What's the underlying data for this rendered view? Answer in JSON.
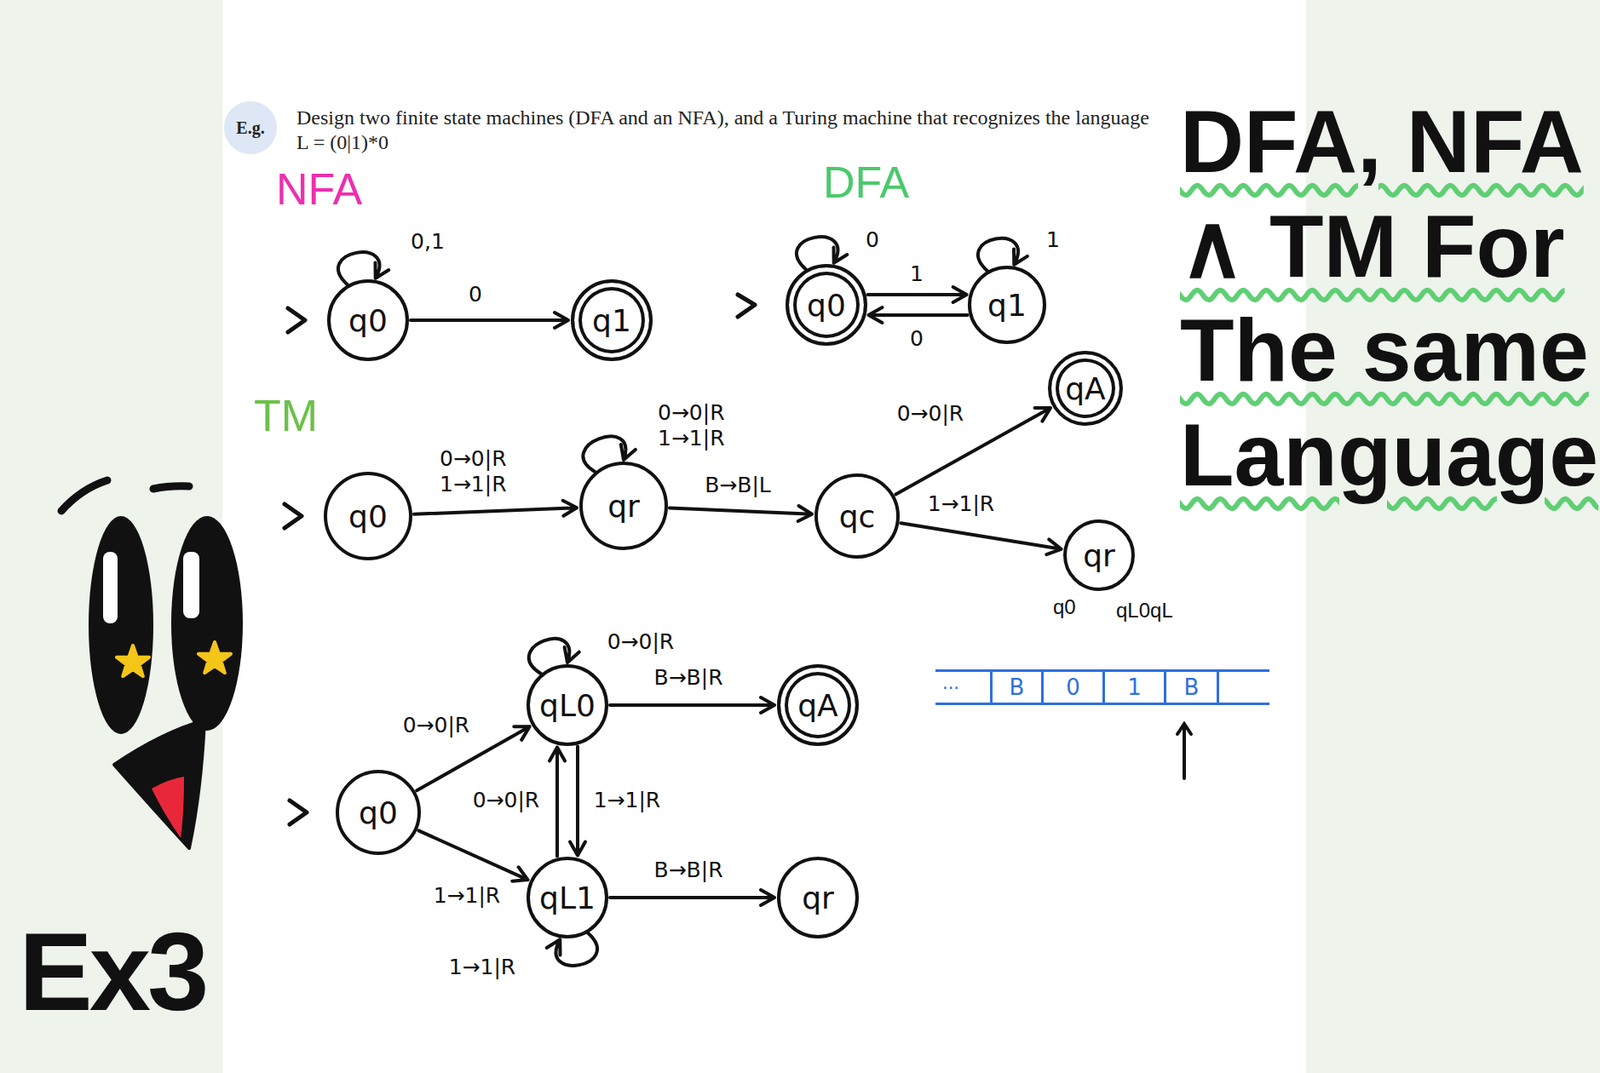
{
  "diagram": {
    "title": "Design two finite state machines (DFA and an NFA), and a Turing machine that recognizes the language L = (0|1)*0",
    "nodes": [
      {
        "text": [
          "E.g."
        ]
      },
      {
        "text": [
          "q0"
        ]
      },
      {
        "text": [
          "q1"
        ]
      },
      {
        "text": [
          "q0"
        ]
      },
      {
        "text": [
          "q1"
        ]
      },
      {
        "text": [
          "q0"
        ]
      },
      {
        "text": [
          "qr"
        ]
      },
      {
        "text": [
          "qc"
        ]
      },
      {
        "text": [
          "qA"
        ]
      },
      {
        "text": [
          "qr"
        ]
      },
      {
        "text": [
          "q0"
        ]
      },
      {
        "text": [
          "qL0"
        ]
      },
      {
        "text": [
          "qA"
        ]
      },
      {
        "text": [
          "qL1"
        ]
      },
      {
        "text": [
          "qr"
        ]
      },
      {
        "text": [
          "B"
        ]
      },
      {
        "text": [
          "0"
        ]
      },
      {
        "text": [
          "1"
        ]
      },
      {
        "text": [
          "B"
        ]
      }
    ],
    "edges": [
      {
        "from": 1,
        "to": 1,
        "label": "0,1",
        "arrow": "to"
      },
      {
        "from": 1,
        "to": 2,
        "label": "0",
        "arrow": "to"
      },
      {
        "from": 3,
        "to": 3,
        "label": "0",
        "arrow": "to"
      },
      {
        "from": 3,
        "to": 4,
        "label": "1",
        "arrow": "to"
      },
      {
        "from": 4,
        "to": 3,
        "label": "0",
        "arrow": "to"
      },
      {
        "from": 4,
        "to": 4,
        "label": "1",
        "arrow": "to"
      },
      {
        "from": 5,
        "to": 6,
        "label": "0→0|R 1→1|R",
        "arrow": "to"
      },
      {
        "from": 6,
        "to": 6,
        "label": "0→0|R 1→1|R",
        "arrow": "to"
      },
      {
        "from": 6,
        "to": 7,
        "label": "B→B|L",
        "arrow": "to"
      },
      {
        "from": 7,
        "to": 8,
        "label": "0→0|R",
        "arrow": "to"
      },
      {
        "from": 7,
        "to": 9,
        "label": "1→1|R",
        "arrow": "to"
      },
      {
        "from": 10,
        "to": 11,
        "label": "0→0|R",
        "arrow": "to"
      },
      {
        "from": 10,
        "to": 13,
        "label": "1→1|R",
        "arrow": "to"
      },
      {
        "from": 11,
        "to": 11,
        "label": "0→0|R",
        "arrow": "to"
      },
      {
        "from": 11,
        "to": 12,
        "label": "B→B|R",
        "arrow": "to"
      },
      {
        "from": 13,
        "to": 11,
        "label": "0→0|R",
        "arrow": "to"
      },
      {
        "from": 11,
        "to": 13,
        "label": "1→1|R",
        "arrow": "to"
      },
      {
        "from": 13,
        "to": 13,
        "label": "1→1|R",
        "arrow": "to"
      },
      {
        "from": 13,
        "to": 14,
        "label": "B→B|R",
        "arrow": "to"
      }
    ],
    "labels": [
      "NFA",
      "DFA",
      "TM",
      "DFA, NFA ∧ TM For The same Language",
      "...",
      "q0",
      "qL0qL",
      "Ex3"
    ]
  }
}
